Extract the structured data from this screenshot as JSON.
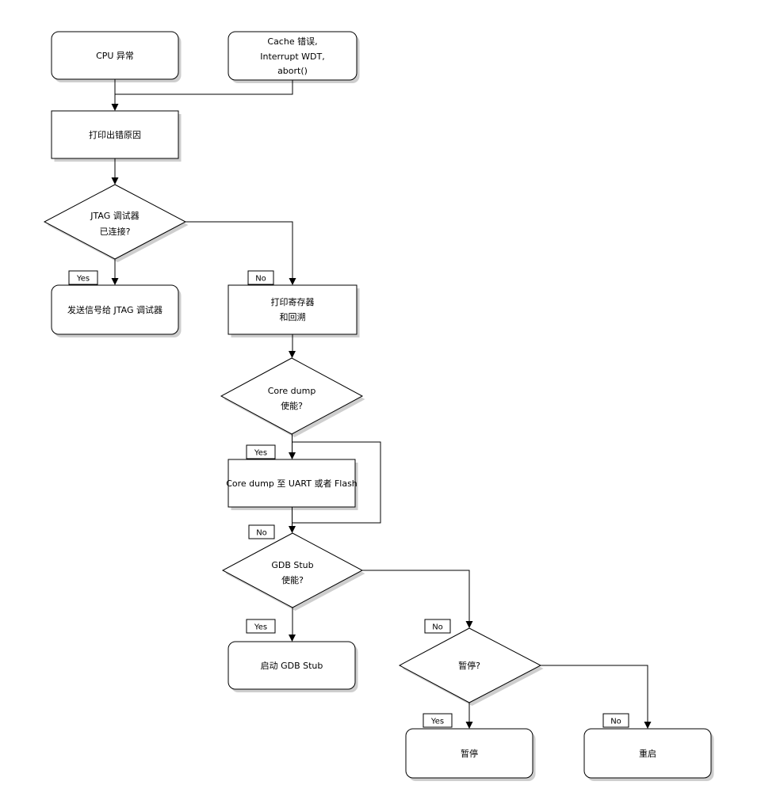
{
  "style": {
    "background": "#ffffff",
    "line_color": "#000000",
    "node_fill": "#ffffff",
    "shadow_color": "#9e9e9e"
  },
  "flowchart": {
    "nodes": [
      {
        "id": "cpu-exception",
        "shape": "rounded",
        "lines": [
          "CPU 异常"
        ]
      },
      {
        "id": "cache-error-wdt-abort",
        "shape": "rounded",
        "lines": [
          "Cache 错误,",
          "Interrupt WDT,",
          "abort()"
        ]
      },
      {
        "id": "print-error-reason",
        "shape": "rect",
        "lines": [
          "打印出错原因"
        ]
      },
      {
        "id": "jtag-debugger-connected",
        "shape": "diamond",
        "lines": [
          "JTAG 调试器",
          "已连接?"
        ]
      },
      {
        "id": "send-signal-to-jtag",
        "shape": "rounded",
        "lines": [
          "发送信号给 JTAG 调试器"
        ]
      },
      {
        "id": "print-registers-backtrace",
        "shape": "rect",
        "lines": [
          "打印寄存器",
          "和回溯"
        ]
      },
      {
        "id": "core-dump-enabled",
        "shape": "diamond",
        "lines": [
          "Core dump",
          "使能?"
        ]
      },
      {
        "id": "core-dump-to-uart-flash",
        "shape": "rect",
        "lines": [
          "Core dump 至 UART 或者 Flash"
        ]
      },
      {
        "id": "gdb-stub-enabled",
        "shape": "diamond",
        "lines": [
          "GDB Stub",
          "使能?"
        ]
      },
      {
        "id": "start-gdb-stub",
        "shape": "rounded",
        "lines": [
          "启动 GDB Stub"
        ]
      },
      {
        "id": "halt-question",
        "shape": "diamond",
        "lines": [
          "暂停?"
        ]
      },
      {
        "id": "halt",
        "shape": "rounded",
        "lines": [
          "暂停"
        ]
      },
      {
        "id": "reboot",
        "shape": "rounded",
        "lines": [
          "重启"
        ]
      }
    ],
    "labels": {
      "yes": "Yes",
      "no": "No"
    }
  }
}
